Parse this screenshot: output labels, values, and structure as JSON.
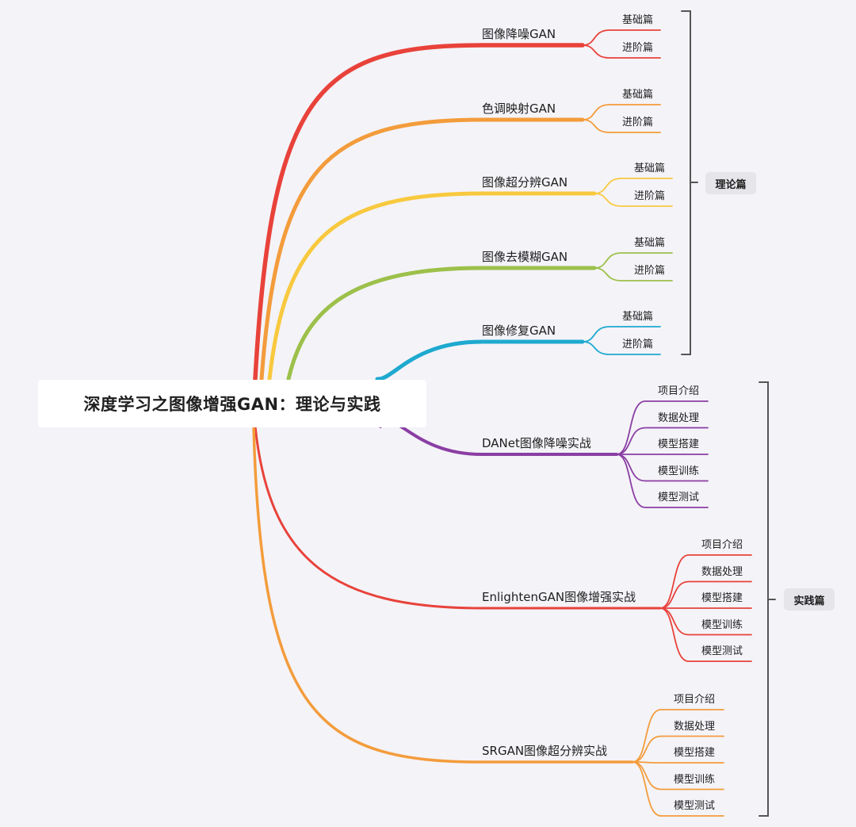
{
  "root": {
    "title": "深度学习之图像增强GAN：理论与实践"
  },
  "theory": {
    "label": "理论篇",
    "branches": [
      {
        "label": "图像降噪GAN",
        "color": "#e8423a",
        "leaves": [
          "基础篇",
          "进阶篇"
        ]
      },
      {
        "label": "色调映射GAN",
        "color": "#f39c3b",
        "leaves": [
          "基础篇",
          "进阶篇"
        ]
      },
      {
        "label": "图像超分辨GAN",
        "color": "#f8c93f",
        "leaves": [
          "基础篇",
          "进阶篇"
        ]
      },
      {
        "label": "图像去模糊GAN",
        "color": "#9cc04a",
        "leaves": [
          "基础篇",
          "进阶篇"
        ]
      },
      {
        "label": "图像修复GAN",
        "color": "#1ea9cf",
        "leaves": [
          "基础篇",
          "进阶篇"
        ]
      }
    ]
  },
  "practice": {
    "label": "实践篇",
    "branches": [
      {
        "label": "DANet图像降噪实战",
        "color": "#8a3ea3",
        "leaves": [
          "项目介绍",
          "数据处理",
          "模型搭建",
          "模型训练",
          "模型测试"
        ]
      },
      {
        "label": "EnlightenGAN图像增强实战",
        "color": "#e8423a",
        "leaves": [
          "项目介绍",
          "数据处理",
          "模型搭建",
          "模型训练",
          "模型测试"
        ]
      },
      {
        "label": "SRGAN图像超分辨实战",
        "color": "#f39c3b",
        "leaves": [
          "项目介绍",
          "数据处理",
          "模型搭建",
          "模型训练",
          "模型测试"
        ]
      }
    ]
  },
  "colors": {
    "background": "#f4f3f8",
    "bracket": "#555555"
  }
}
